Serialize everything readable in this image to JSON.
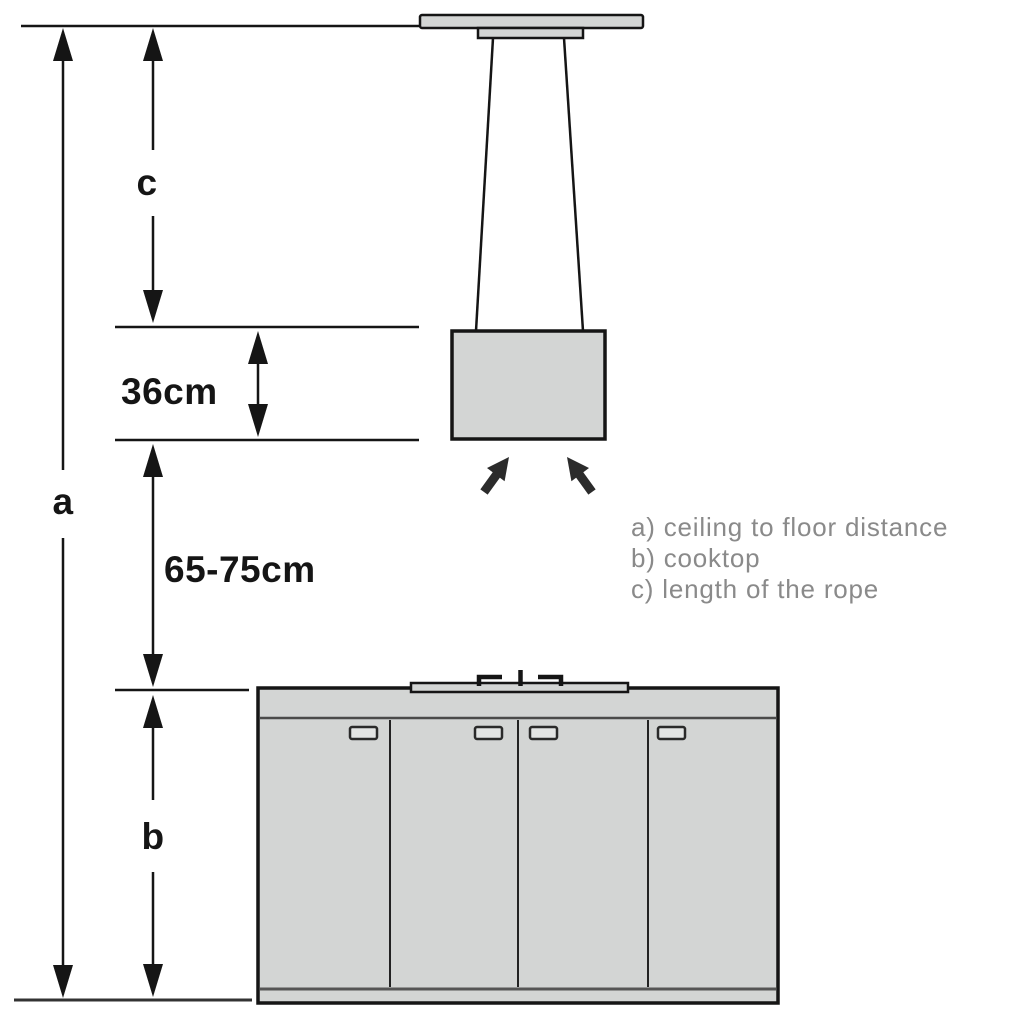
{
  "diagram": {
    "dimension_labels": {
      "a": "a",
      "b": "b",
      "c": "c",
      "hood_height": "36cm",
      "hood_to_cooktop_clearance": "65-75cm"
    },
    "legend": {
      "items": [
        {
          "text": "a) ceiling to floor distance"
        },
        {
          "text": "b) cooktop"
        },
        {
          "text": "c) length of the rope"
        }
      ]
    },
    "colors": {
      "fill": "#d3d5d4",
      "outline": "#151515",
      "legend_text": "#8a8a8a",
      "background": "#ffffff"
    }
  }
}
